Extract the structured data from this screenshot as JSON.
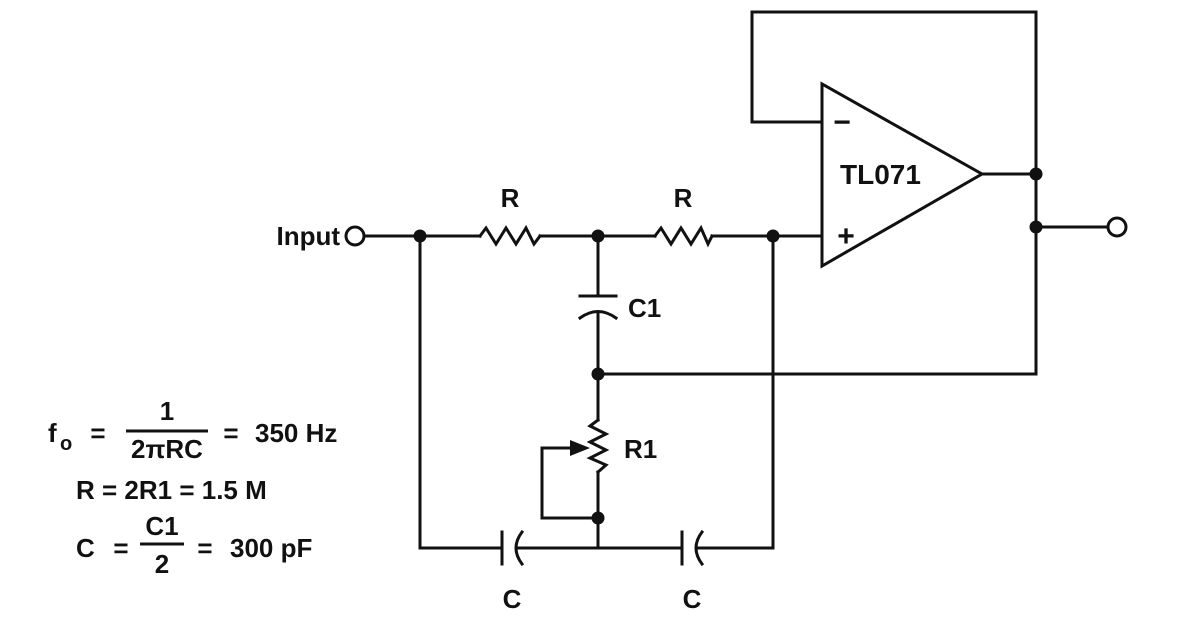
{
  "labels": {
    "input": "Input",
    "r_left": "R",
    "r_right": "R",
    "c1": "C1",
    "r1": "R1",
    "c_left": "C",
    "c_right": "C",
    "opamp": "TL071",
    "minus": "−",
    "plus": "+"
  },
  "equations": {
    "fo_lhs_base": "f",
    "fo_lhs_sub": "o",
    "fo_eq": "=",
    "fo_num": "1",
    "fo_den": "2πRC",
    "fo_eq2": "=",
    "fo_val": "350 Hz",
    "r_line": "R = 2R1 = 1.5 M",
    "c_lhs": "C",
    "c_eq": "=",
    "c_num": "C1",
    "c_den": "2",
    "c_eq2": "=",
    "c_val": "300 pF"
  }
}
